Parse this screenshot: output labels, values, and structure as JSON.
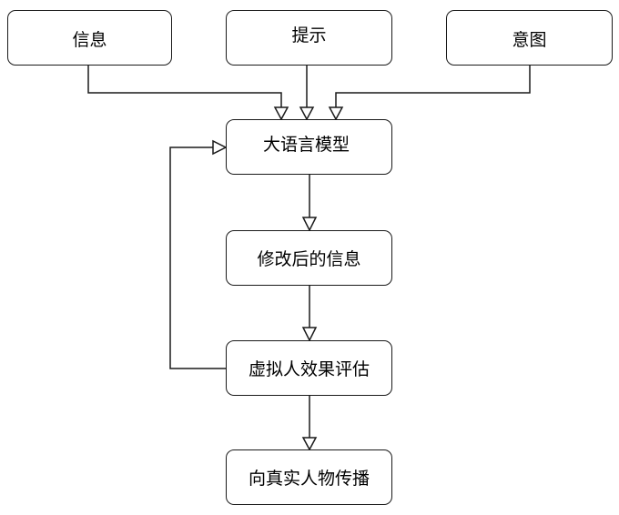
{
  "nodes": {
    "info": "信息",
    "prompt": "提示",
    "intent": "意图",
    "llm": "大语言模型",
    "modified_info": "修改后的信息",
    "virtual_eval": "虚拟人效果评估",
    "real_spread": "向真实人物传播"
  },
  "colors": {
    "stroke": "#1a1a1a",
    "background": "#ffffff"
  }
}
